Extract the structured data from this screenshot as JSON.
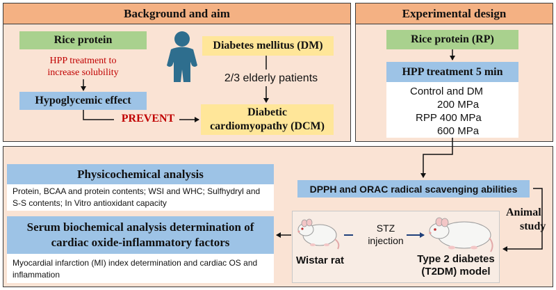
{
  "background_panel": {
    "title": "Background and aim",
    "rice_protein": "Rice protein",
    "hpp_note_line1": "HPP treatment to",
    "hpp_note_line2": "increase solubility",
    "hypoglycemic": "Hypoglycemic effect",
    "prevent": "PREVENT",
    "diabetes": "Diabetes mellitus (DM)",
    "elderly": "2/3 elderly patients",
    "dcm_line1": "Diabetic",
    "dcm_line2": "cardiomyopathy (DCM)"
  },
  "design_panel": {
    "title": "Experimental design",
    "rice_protein": "Rice protein (RP)",
    "hpp": "HPP treatment 5 min",
    "groups": [
      "Control and DM",
      "200 MPa",
      "RPP 400 MPa",
      "600 MPa"
    ]
  },
  "bottom_panel": {
    "physchem_title": "Physicochemical analysis",
    "physchem_desc": "Protein, BCAA and protein contents; WSI and WHC; Sulfhydryl and S-S contents; In Vitro antioxidant capacity",
    "dpph": "DPPH and ORAC radical scavenging abilities",
    "animal_study_line1": "Animal",
    "animal_study_line2": "study",
    "serum_line1": "Serum biochemical analysis determination of",
    "serum_line2": "cardiac oxide-inflammatory factors",
    "serum_desc": "Myocardial infarction (MI) index determination and cardiac OS and inflammation",
    "wistar": "Wistar rat",
    "stz_line1": "STZ",
    "stz_line2": "injection",
    "t2dm_line1": "Type 2 diabetes",
    "t2dm_line2": "(T2DM) model"
  }
}
